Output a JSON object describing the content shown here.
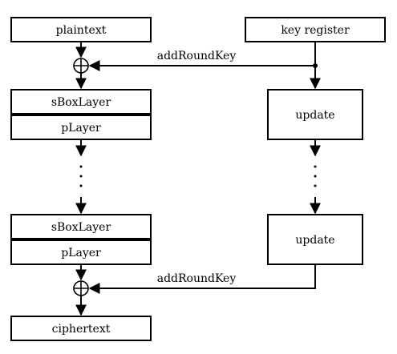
{
  "blocks": {
    "plaintext": "plaintext",
    "key_register": "key register",
    "sbox_layer_1": "sBoxLayer",
    "player_1": "pLayer",
    "update_1": "update",
    "sbox_layer_2": "sBoxLayer",
    "player_2": "pLayer",
    "update_2": "update",
    "ciphertext": "ciphertext"
  },
  "edges": {
    "add_round_key_top": "addRoundKey",
    "add_round_key_bottom": "addRoundKey"
  }
}
